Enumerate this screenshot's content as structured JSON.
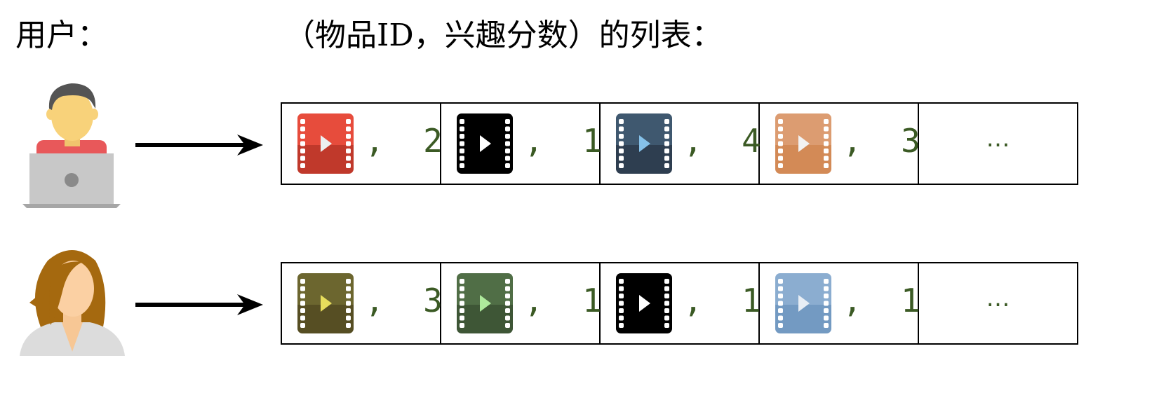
{
  "header": {
    "user_label": "用户：",
    "list_label": "（物品ID，兴趣分数）的列表："
  },
  "users": [
    {
      "avatar": "man-with-laptop",
      "items": [
        {
          "icon": "video-icon",
          "top": "#e74c3c",
          "bottom": "#c0392b",
          "play": "#ecf0f1",
          "score": "2"
        },
        {
          "icon": "video-icon",
          "top": "#000000",
          "bottom": "#000000",
          "play": "#ffffff",
          "score": "1"
        },
        {
          "icon": "video-icon",
          "top": "#3f586f",
          "bottom": "#2e3e50",
          "play": "#85c1e9",
          "score": "4"
        },
        {
          "icon": "video-icon",
          "top": "#dc9c71",
          "bottom": "#d38a56",
          "play": "#f2f2f2",
          "score": "3"
        }
      ],
      "more": "…"
    },
    {
      "avatar": "woman",
      "items": [
        {
          "icon": "video-icon",
          "top": "#6c662f",
          "bottom": "#564e23",
          "play": "#e7dd5c",
          "score": "3"
        },
        {
          "icon": "video-icon",
          "top": "#506e46",
          "bottom": "#3e5636",
          "play": "#aeea9c",
          "score": "1"
        },
        {
          "icon": "video-icon",
          "top": "#000000",
          "bottom": "#000000",
          "play": "#ffffff",
          "score": "1"
        },
        {
          "icon": "video-icon",
          "top": "#8badd0",
          "bottom": "#739ac2",
          "play": "#e8eef5",
          "score": "1"
        }
      ],
      "more": "…"
    }
  ]
}
